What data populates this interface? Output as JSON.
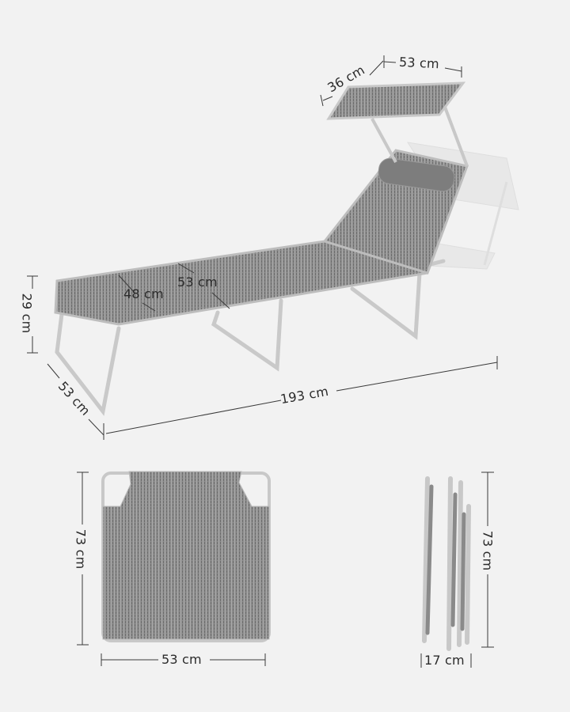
{
  "diagram": {
    "subject": "Folding sun lounger with canopy and headrest pillow",
    "background_color": "#f2f2f2",
    "fabric_color": "#8e8e8e",
    "frame_color": "#c8c8c8",
    "line_color": "#3a3a3a",
    "views": {
      "assembled": {
        "dimensions": {
          "canopy_depth": "36 cm",
          "canopy_width": "53 cm",
          "seat_height": "29 cm",
          "overall_width": "53 cm",
          "overall_length": "193 cm",
          "bed_inner_width": "48 cm",
          "bed_outer_width": "53 cm"
        }
      },
      "folded_front": {
        "dimensions": {
          "height": "73 cm",
          "width": "53 cm"
        }
      },
      "folded_side": {
        "dimensions": {
          "height": "73 cm",
          "thickness": "17 cm"
        }
      }
    }
  }
}
